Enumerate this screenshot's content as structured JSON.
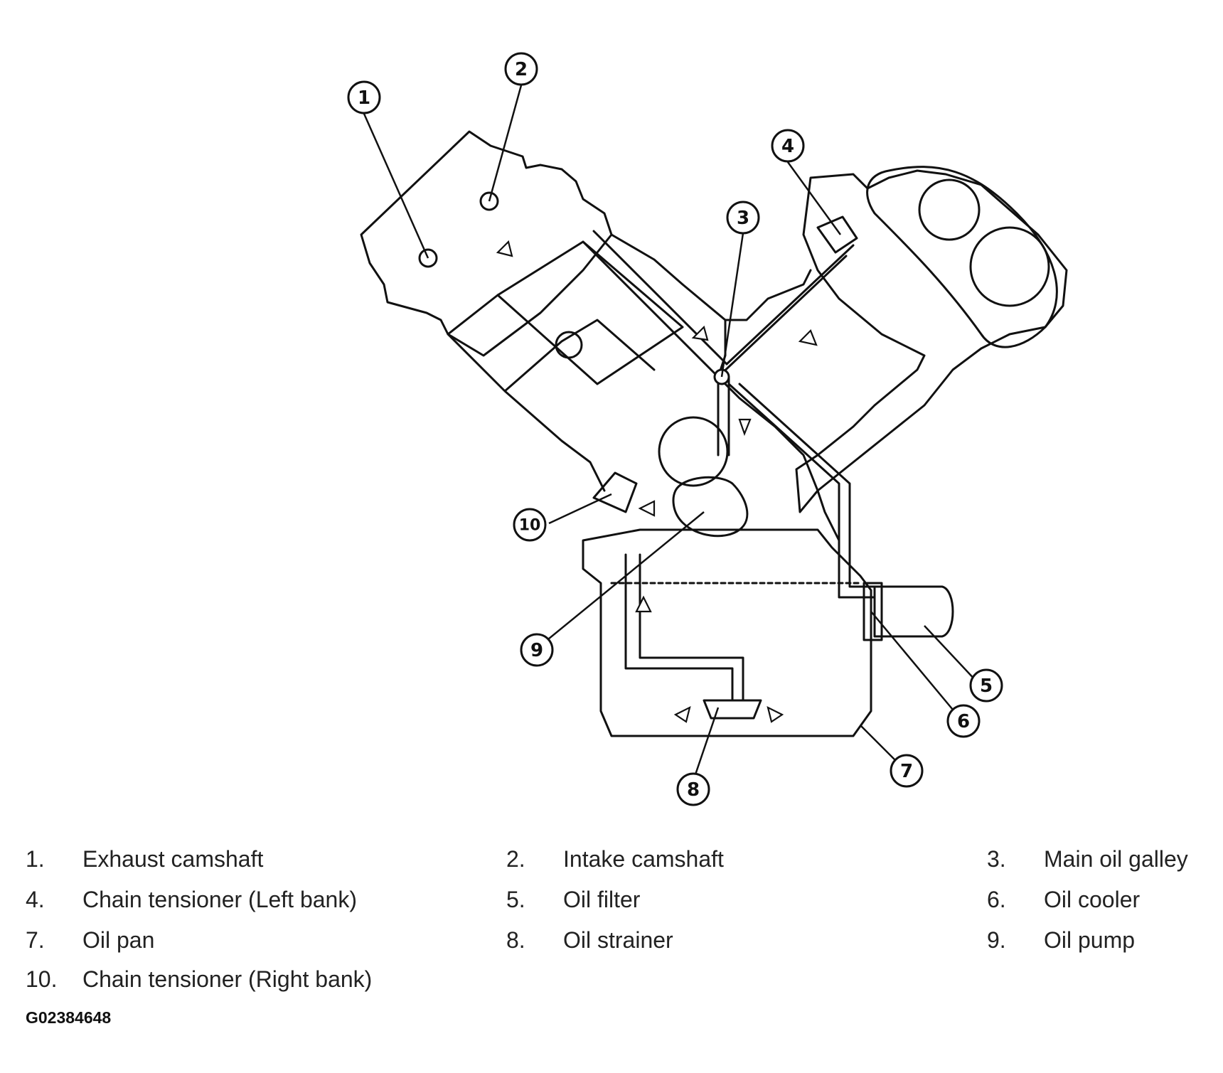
{
  "callouts": [
    "1",
    "2",
    "3",
    "4",
    "5",
    "6",
    "7",
    "8",
    "9",
    "10"
  ],
  "legend": [
    {
      "num": "1.",
      "label": "Exhaust camshaft"
    },
    {
      "num": "2.",
      "label": "Intake camshaft"
    },
    {
      "num": "3.",
      "label": "Main oil galley"
    },
    {
      "num": "4.",
      "label": "Chain tensioner (Left bank)"
    },
    {
      "num": "5.",
      "label": "Oil filter"
    },
    {
      "num": "6.",
      "label": "Oil cooler"
    },
    {
      "num": "7.",
      "label": "Oil pan"
    },
    {
      "num": "8.",
      "label": "Oil strainer"
    },
    {
      "num": "9.",
      "label": "Oil pump"
    },
    {
      "num": "10.",
      "label": "Chain tensioner (Right bank)"
    }
  ],
  "figure_id": "G02384648"
}
